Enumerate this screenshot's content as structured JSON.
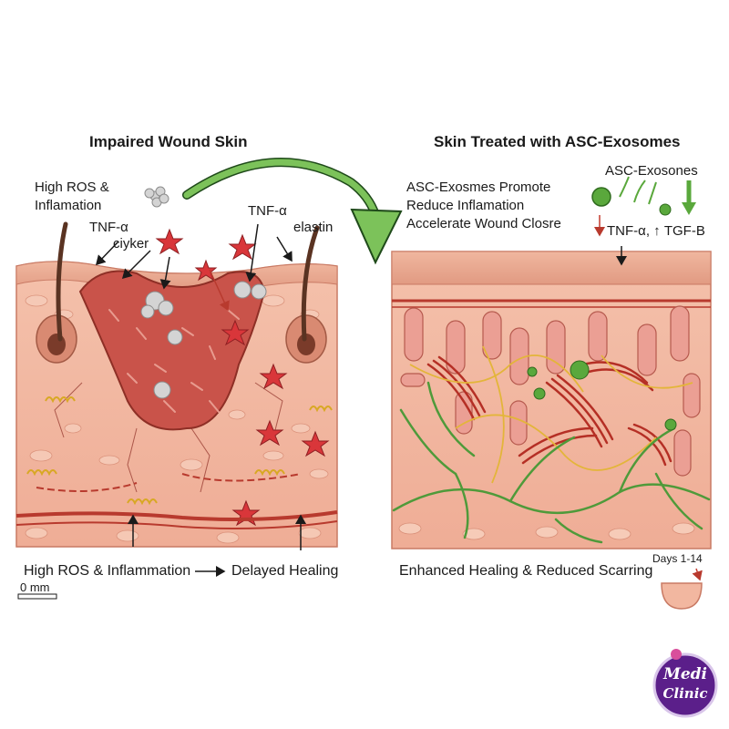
{
  "left_panel": {
    "title": "Impaired Wound Skin",
    "label_ros": "High ROS &",
    "label_ros2": "Inflamation",
    "label_tnf": "TNF-α",
    "label_cytokine": "ciyker",
    "label_tnf2": "TNF-α",
    "label_elastin": "elastin",
    "caption_left": "High ROS & Inflammation",
    "caption_right": "Delayed Healing",
    "scale_label": "0 mm"
  },
  "right_panel": {
    "title": "Skin Treated with ASC-Exosomes",
    "exosome_label": "ASC-Exosones",
    "effects": [
      "ASC-Exosmes Promote",
      "Reduce Inflamation",
      "Accelerate Wound Closre"
    ],
    "markers": "TNF-α, ↑ TGF-B",
    "caption": "Enhanced Healing & Reduced Scarring",
    "days_label": "Days 1-14"
  },
  "logo": {
    "line1": "Medi",
    "line2": "Clinic"
  },
  "colors": {
    "skin": "#f2b7a0",
    "epidermis": "#eaa38b",
    "wound": "#c9534a",
    "vessel": "#b83a2e",
    "collagen": "#c0392b",
    "new_vessel": "#4f9a3a",
    "exosome": "#5aa83c",
    "arrow_green": "#6cb24a",
    "logo_purple": "#5b1f8a"
  }
}
